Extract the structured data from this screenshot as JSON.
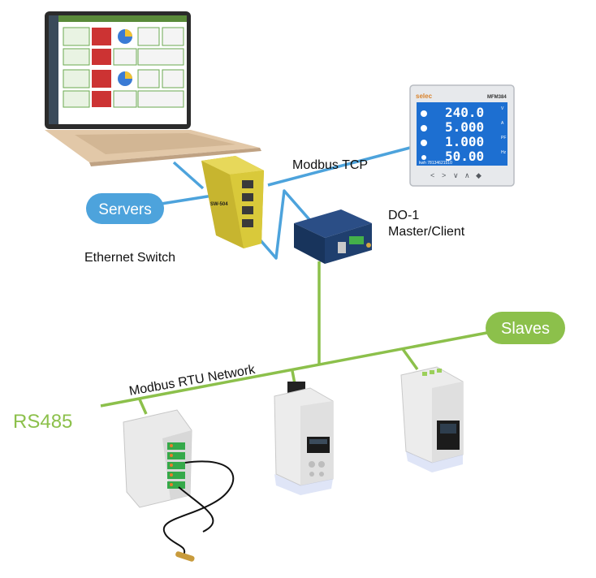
{
  "labels": {
    "modbus_tcp": "Modbus TCP",
    "servers": "Servers",
    "ethernet_switch": "Ethernet Switch",
    "do1_line1": "DO-1",
    "do1_line2": "Master/Client",
    "slaves": "Slaves",
    "modbus_rtu": "Modbus RTU Network",
    "rs485": "RS485"
  },
  "devices": {
    "switch_text": "SW-504",
    "meter_brand": "selec",
    "meter_model": "MFM384",
    "meter_readings": [
      "240.0",
      "5.000",
      "1.000",
      "50.00"
    ],
    "meter_units": [
      "V",
      "A",
      "PF",
      "Hz"
    ],
    "meter_footer": "kwh 78134621510"
  },
  "colors": {
    "ethernet": "#4da3dc",
    "rs485": "#8cc04b",
    "servers_pill": "#4da3dc",
    "slaves_pill": "#8cc04b",
    "switch_body": "#d9c93a",
    "do1_body": "#1f3f6e"
  }
}
